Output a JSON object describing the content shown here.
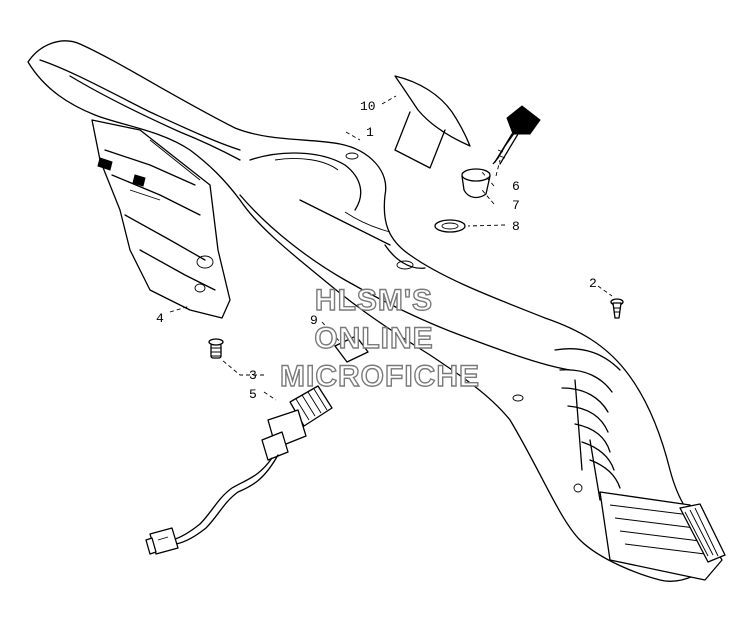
{
  "callouts": {
    "c1": "1",
    "c2": "2",
    "c3": "3",
    "c4": "4",
    "c5": "5",
    "c6": "6",
    "c7": "7",
    "c8": "8",
    "c9": "9",
    "c10": "10"
  },
  "watermark": {
    "line1": "HLSM'S",
    "line2": "ONLINE",
    "line3": "MICROFICHE"
  },
  "colors": {
    "line": "#000000",
    "background": "#ffffff",
    "watermark_outline": "#7a7a7a"
  }
}
